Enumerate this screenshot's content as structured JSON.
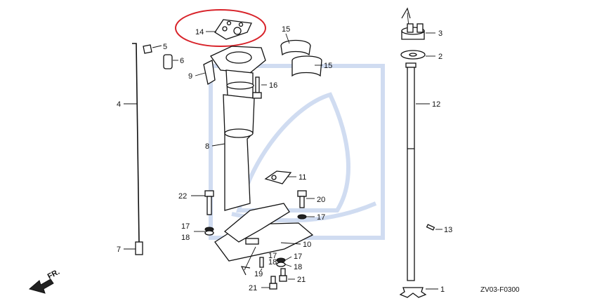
{
  "diagram": {
    "drawing_code": "ZV03-F0300",
    "direction_label": "FR.",
    "highlight_color": "#d8232a",
    "callouts": [
      {
        "id": "c14a",
        "text": "14"
      },
      {
        "id": "c15a",
        "text": "15"
      },
      {
        "id": "c15b",
        "text": "15"
      },
      {
        "id": "c5",
        "text": "5"
      },
      {
        "id": "c6",
        "text": "6"
      },
      {
        "id": "c9",
        "text": "9"
      },
      {
        "id": "c16",
        "text": "16"
      },
      {
        "id": "c4",
        "text": "4"
      },
      {
        "id": "c8",
        "text": "8"
      },
      {
        "id": "c11",
        "text": "11"
      },
      {
        "id": "c22",
        "text": "22"
      },
      {
        "id": "c20",
        "text": "20"
      },
      {
        "id": "c17a",
        "text": "17"
      },
      {
        "id": "c17b",
        "text": "17"
      },
      {
        "id": "c18a",
        "text": "18"
      },
      {
        "id": "c10",
        "text": "10"
      },
      {
        "id": "c17c",
        "text": "17"
      },
      {
        "id": "c17d",
        "text": "17"
      },
      {
        "id": "c18b",
        "text": "18"
      },
      {
        "id": "c18c",
        "text": "18"
      },
      {
        "id": "c19",
        "text": "19"
      },
      {
        "id": "c21a",
        "text": "21"
      },
      {
        "id": "c21b",
        "text": "21"
      },
      {
        "id": "c7",
        "text": "7"
      },
      {
        "id": "c3",
        "text": "3"
      },
      {
        "id": "c2",
        "text": "2"
      },
      {
        "id": "c12",
        "text": "12"
      },
      {
        "id": "c13",
        "text": "13"
      },
      {
        "id": "c1",
        "text": "1"
      }
    ]
  }
}
